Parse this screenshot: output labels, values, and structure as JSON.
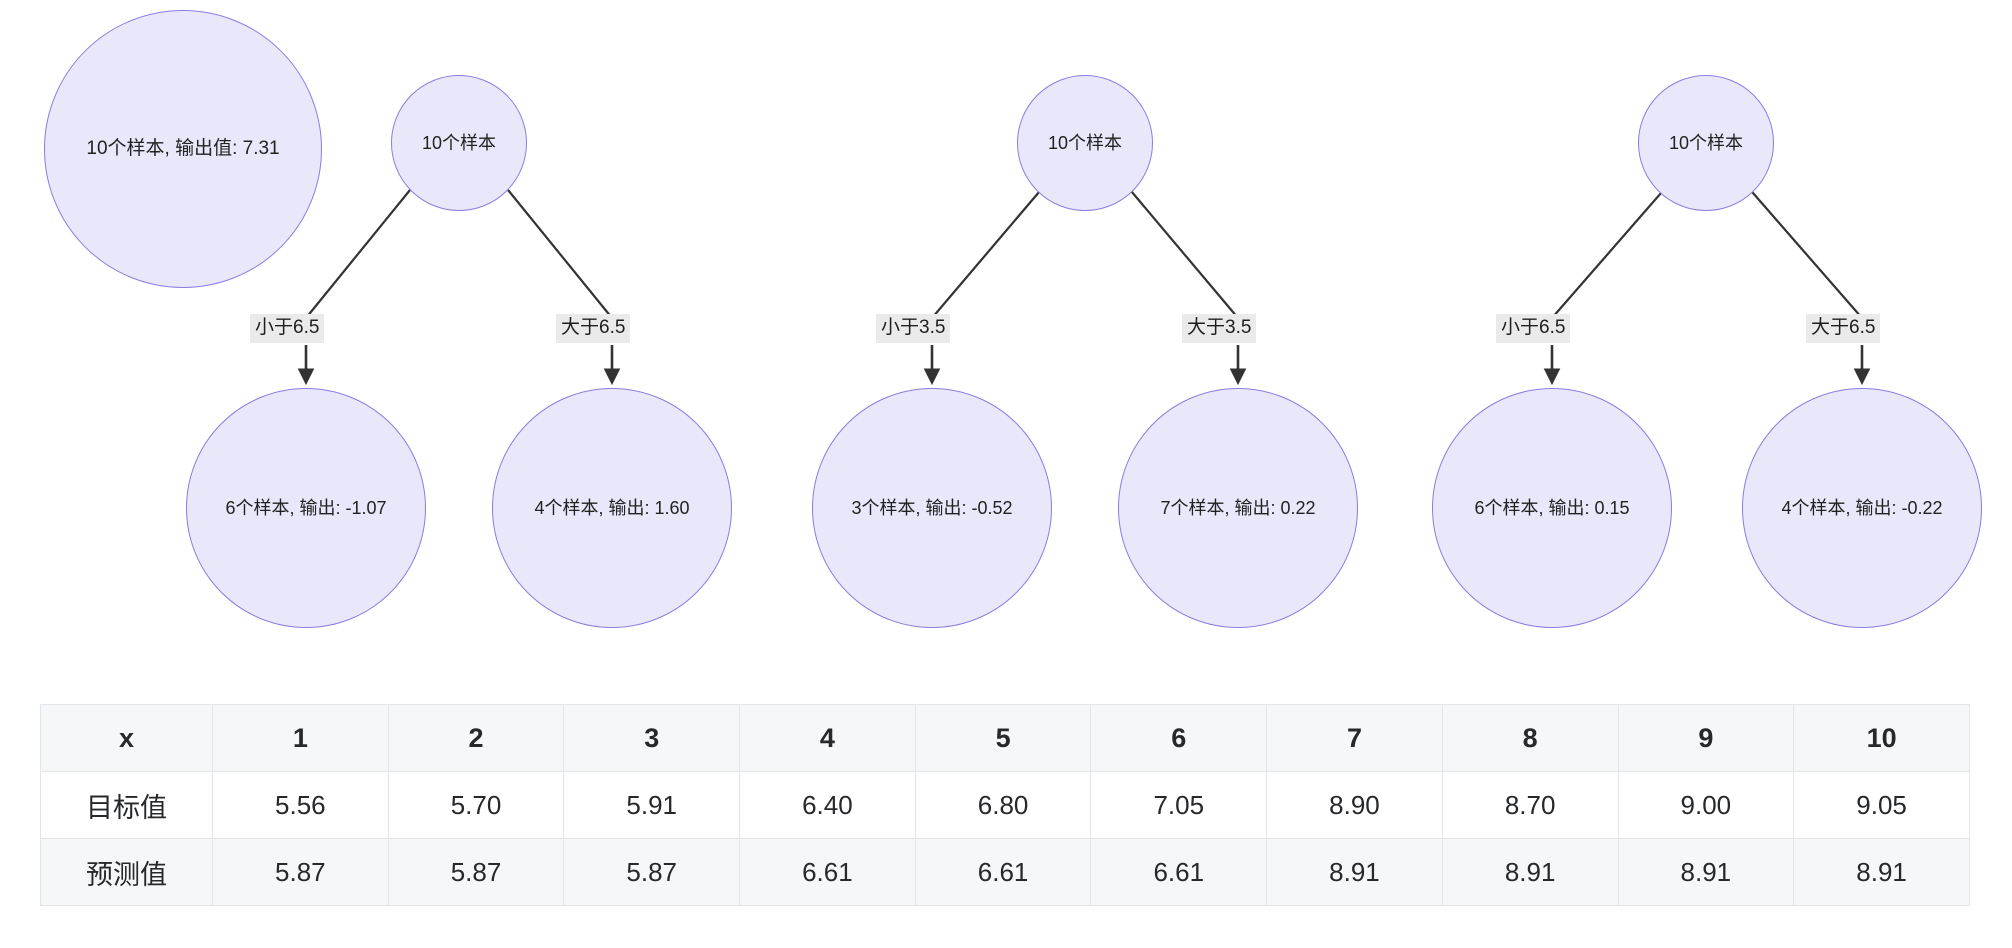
{
  "diagram": {
    "type": "gradient-boosting-decision-trees",
    "trees": [
      {
        "name": "tree-1",
        "root": {
          "label": "10个样本",
          "samples": 10
        },
        "left_edge_label": "小于6.5",
        "right_edge_label": "大于6.5",
        "left_leaf": {
          "label": "6个样本, 输出: -1.07",
          "samples": 6,
          "output": -1.07
        },
        "right_leaf": {
          "label": "4个样本, 输出: 1.60",
          "samples": 4,
          "output": 1.6
        }
      },
      {
        "name": "tree-2",
        "root": {
          "label": "10个样本",
          "samples": 10
        },
        "left_edge_label": "小于3.5",
        "right_edge_label": "大于3.5",
        "left_leaf": {
          "label": "3个样本, 输出: -0.52",
          "samples": 3,
          "output": -0.52
        },
        "right_leaf": {
          "label": "7个样本, 输出: 0.22",
          "samples": 7,
          "output": 0.22
        }
      },
      {
        "name": "tree-3",
        "root": {
          "label": "10个样本",
          "samples": 10
        },
        "left_edge_label": "小于6.5",
        "right_edge_label": "大于6.5",
        "left_leaf": {
          "label": "6个样本, 输出: 0.15",
          "samples": 6,
          "output": 0.15
        },
        "right_leaf": {
          "label": "4个样本, 输出: -0.22",
          "samples": 4,
          "output": -0.22
        }
      }
    ],
    "initial_node": {
      "label": "10个样本, 输出值: 7.31",
      "samples": 10,
      "output": 7.31
    },
    "colors": {
      "node_fill": "#e9e8fb",
      "node_stroke": "#8a7de0",
      "edge_line": "#333333",
      "edge_label_bg": "#eaeaea",
      "background": "#ffffff"
    }
  },
  "chart_data": {
    "type": "table",
    "title": "",
    "columns": [
      "x",
      "1",
      "2",
      "3",
      "4",
      "5",
      "6",
      "7",
      "8",
      "9",
      "10"
    ],
    "rows": [
      {
        "label": "目标值",
        "values": [
          "5.56",
          "5.70",
          "5.91",
          "6.40",
          "6.80",
          "7.05",
          "8.90",
          "8.70",
          "9.00",
          "9.05"
        ]
      },
      {
        "label": "预测值",
        "values": [
          "5.87",
          "5.87",
          "5.87",
          "6.61",
          "6.61",
          "6.61",
          "8.91",
          "8.91",
          "8.91",
          "8.91"
        ]
      }
    ],
    "x": [
      1,
      2,
      3,
      4,
      5,
      6,
      7,
      8,
      9,
      10
    ],
    "series": [
      {
        "name": "目标值",
        "values": [
          5.56,
          5.7,
          5.91,
          6.4,
          6.8,
          7.05,
          8.9,
          8.7,
          9.0,
          9.05
        ]
      },
      {
        "name": "预测值",
        "values": [
          5.87,
          5.87,
          5.87,
          6.61,
          6.61,
          6.61,
          8.91,
          8.91,
          8.91,
          8.91
        ]
      }
    ],
    "xlabel": "x",
    "ylabel": "",
    "grid": true,
    "legend": "none"
  }
}
